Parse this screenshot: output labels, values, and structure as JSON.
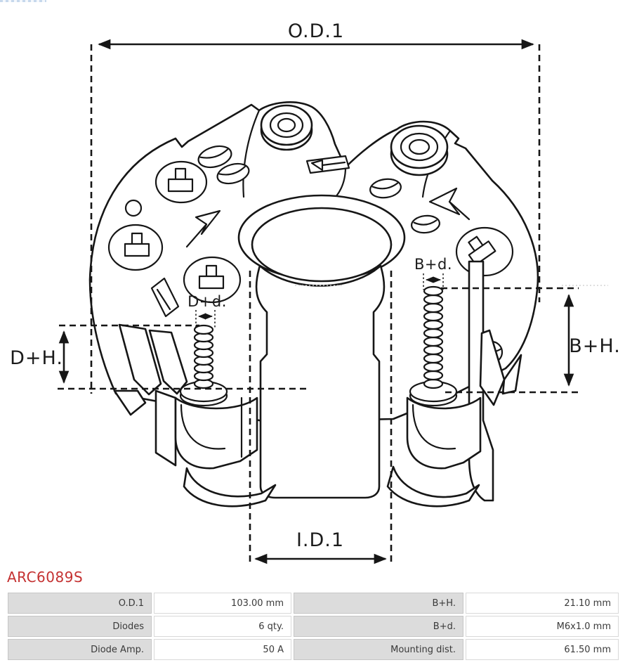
{
  "part_number": "ARC6089S",
  "drawing": {
    "dim_labels": {
      "od1": "O.D.1",
      "id1": "I.D.1",
      "dh": "D+H.",
      "bh": "B+H.",
      "dd": "D+d.",
      "bd": "B+d."
    }
  },
  "colors": {
    "part_number_red": "#c43131",
    "drawing_line": "#161616",
    "table_label_bg": "#dcdcdc",
    "table_border": "#c6c6c6",
    "table_text": "#3a3a3a"
  },
  "spec_table": {
    "rows": [
      [
        "O.D.1",
        "103.00 mm",
        "B+H.",
        "21.10 mm"
      ],
      [
        "Diodes",
        "6 qty.",
        "B+d.",
        "M6x1.0 mm"
      ],
      [
        "Diode Amp.",
        "50 A",
        "Mounting dist.",
        "61.50 mm"
      ]
    ]
  }
}
